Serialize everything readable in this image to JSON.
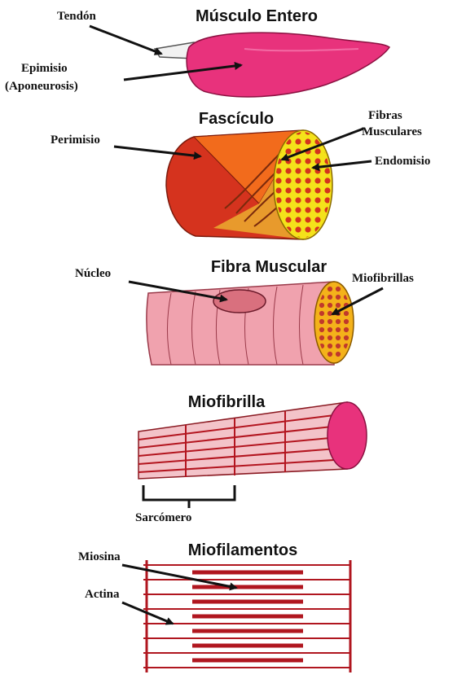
{
  "colors": {
    "muscle_pink": "#e8327c",
    "tendon": "#f2f2f2",
    "fascicle_red": "#d5331e",
    "fascicle_orange": "#f26b1c",
    "endomysium_yellow": "#f4e21a",
    "fiber_pink": "#f0a2ae",
    "myofibril_red": "#b3151f",
    "myofilament_red": "#b0161f"
  },
  "sections": {
    "muscle": {
      "title": "Músculo Entero",
      "labels": {
        "tendon": "Tendón",
        "epimysium": "Epimisio",
        "aponeurosis": "(Aponeurosis)"
      }
    },
    "fascicle": {
      "title": "Fascículo",
      "labels": {
        "perimysium": "Perimisio",
        "fibers_1": "Fibras",
        "fibers_2": "Musculares",
        "endomysium": "Endomisio"
      }
    },
    "fiber": {
      "title": "Fibra Muscular",
      "labels": {
        "nucleus": "Núcleo",
        "myofibrils": "Miofibrillas"
      }
    },
    "myofibril": {
      "title": "Miofibrilla",
      "labels": {
        "sarcomere": "Sarcómero"
      }
    },
    "myofilaments": {
      "title": "Miofilamentos",
      "labels": {
        "myosin": "Miosina",
        "actin": "Actina"
      }
    }
  }
}
